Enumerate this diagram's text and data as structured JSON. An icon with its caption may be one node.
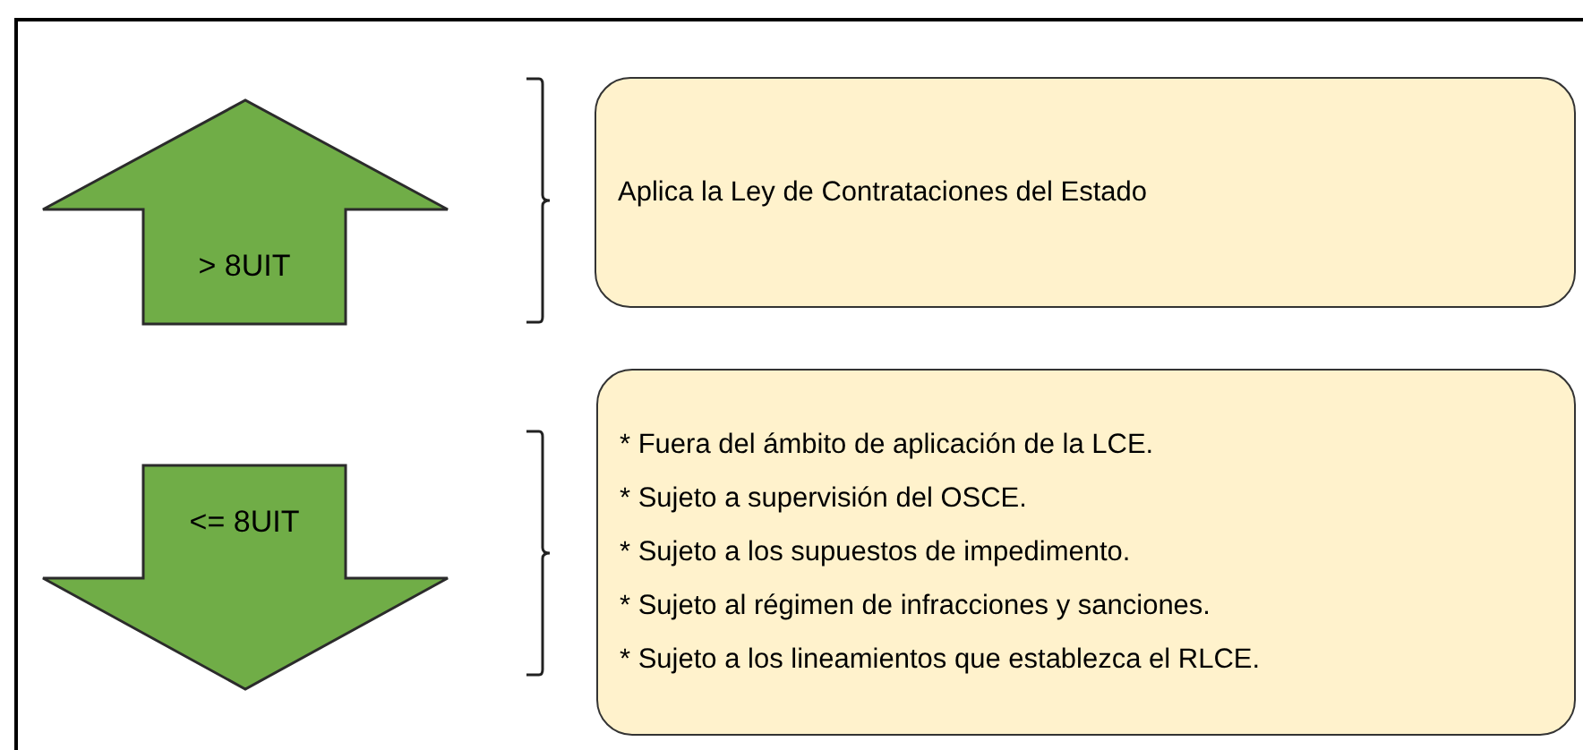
{
  "diagram": {
    "nodes": [
      {
        "text": [
          "> 8UIT"
        ]
      },
      {
        "text": [
          "Aplica la Ley de Contrataciones del Estado"
        ]
      },
      {
        "text": [
          "<= 8UIT"
        ]
      },
      {
        "text": [
          "* Fuera del ámbito de aplicación de la LCE.",
          "* Sujeto a supervisión del OSCE.",
          "* Sujeto a los supuestos de impedimento.",
          "* Sujeto al régimen de infracciones y sanciones.",
          "* Sujeto a los lineamientos que establezca el RLCE."
        ]
      }
    ]
  }
}
